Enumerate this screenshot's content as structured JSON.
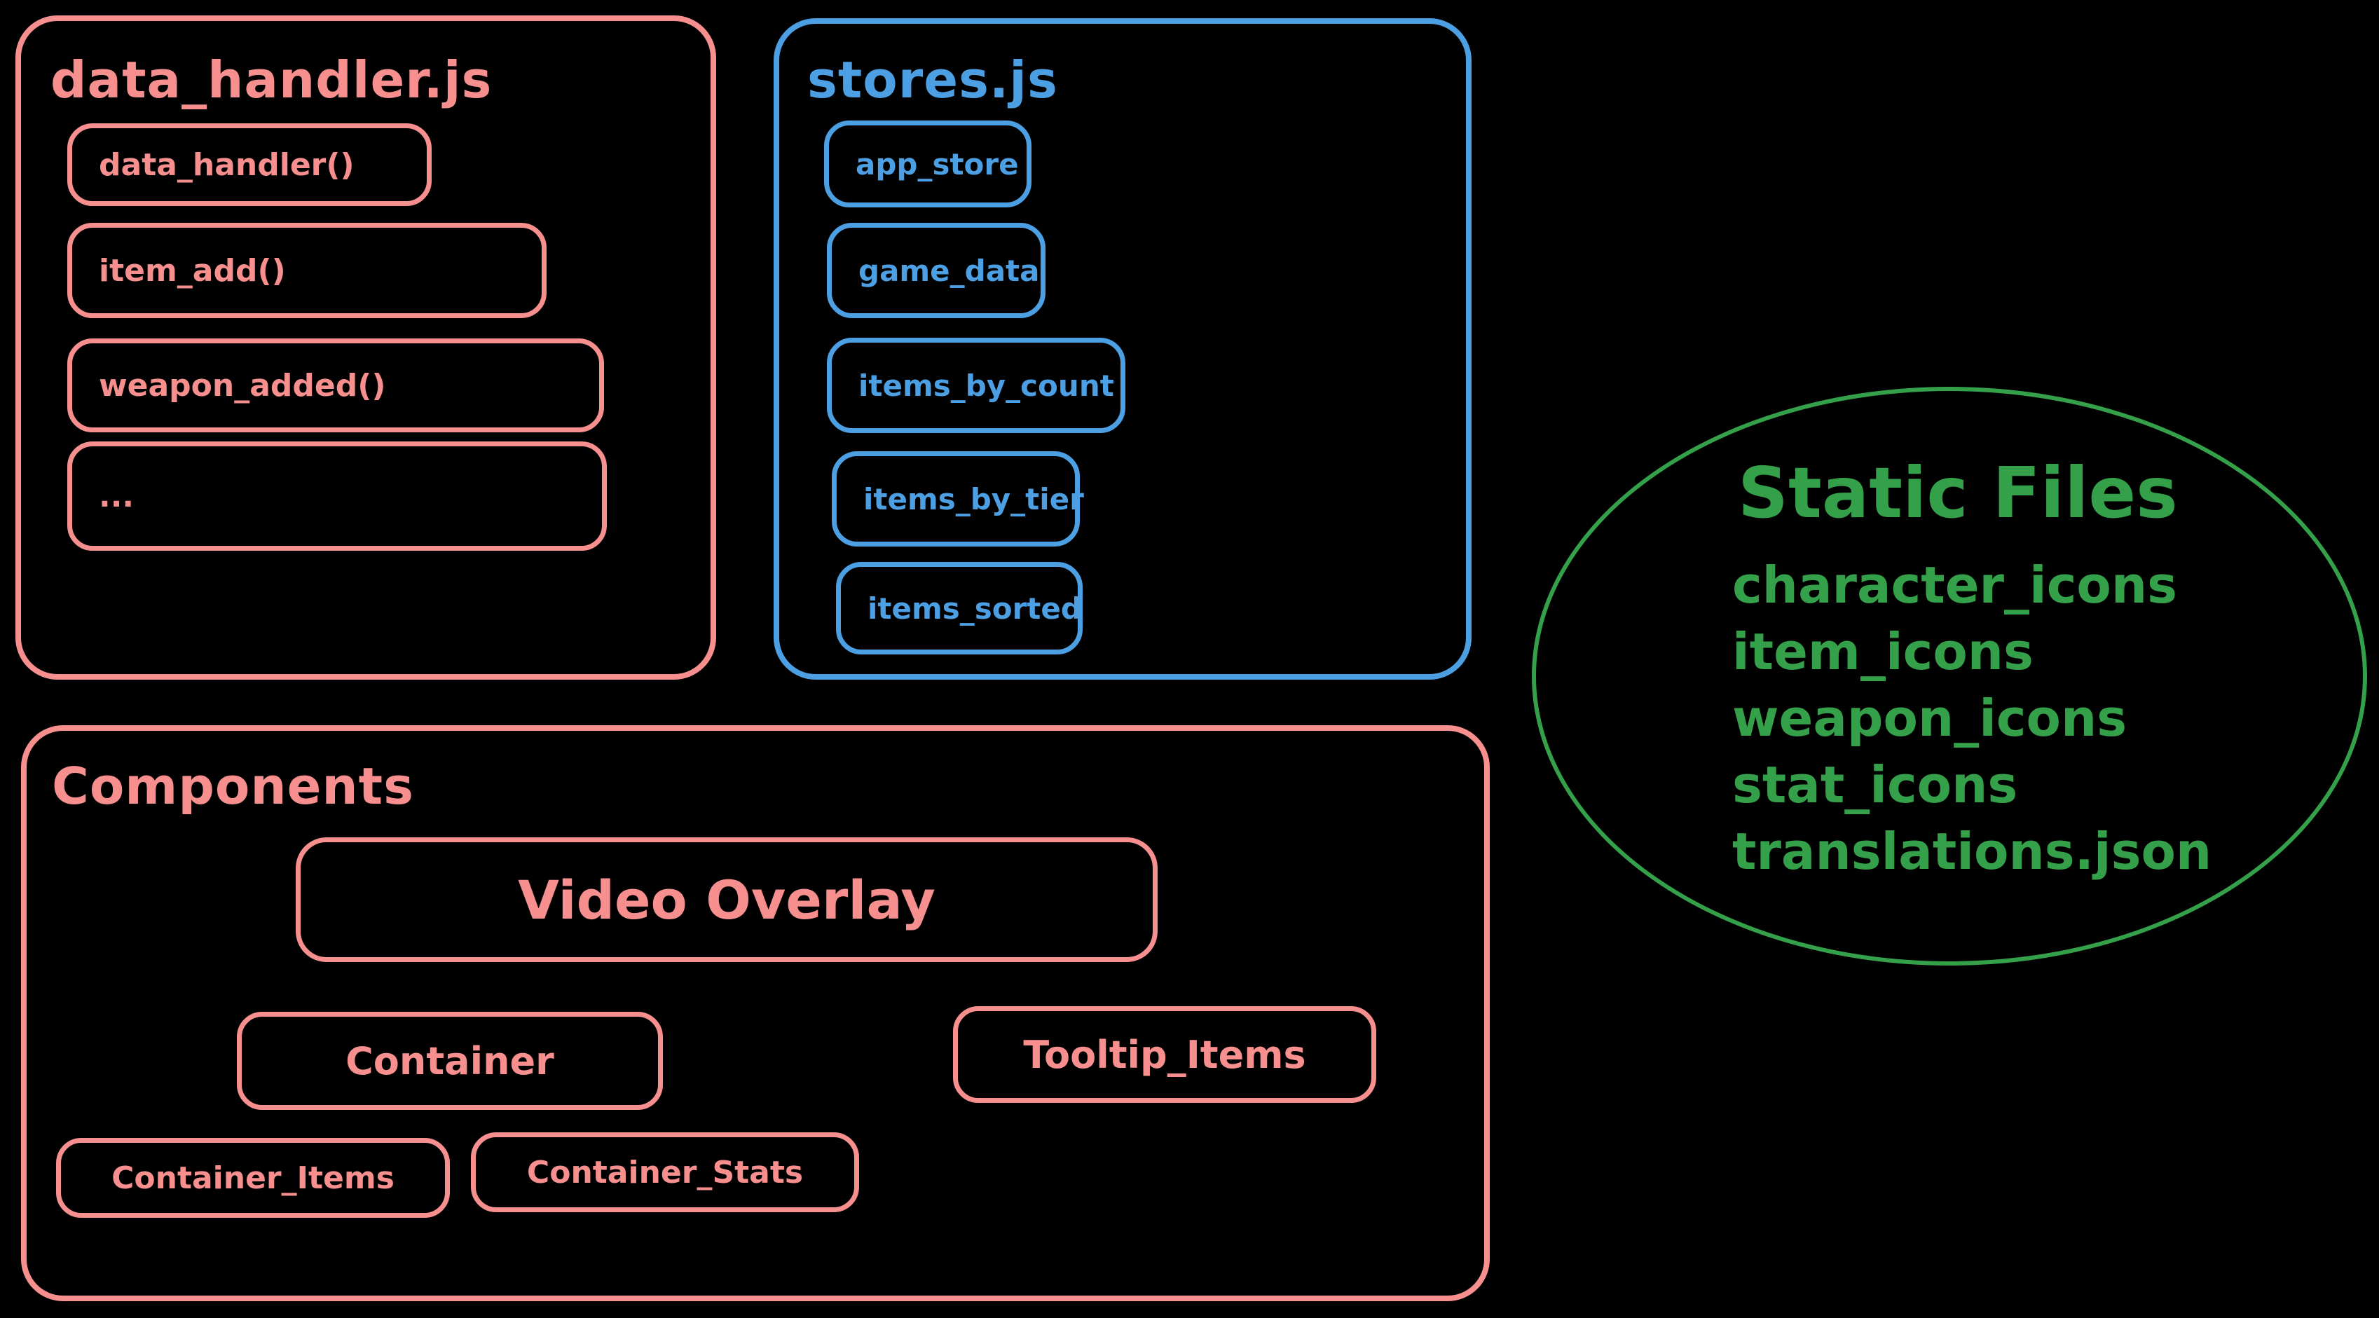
{
  "colors": {
    "background": "#000000",
    "red": "#f78f8f",
    "blue": "#4d9fe3",
    "green": "#35a04a"
  },
  "groups": {
    "data_handler": {
      "title": "data_handler.js",
      "items": [
        "data_handler()",
        "item_add()",
        "weapon_added()",
        "..."
      ]
    },
    "stores": {
      "title": "stores.js",
      "items": [
        "app_store",
        "game_data",
        "items_by_count",
        "items_by_tier",
        "items_sorted"
      ]
    },
    "components": {
      "title": "Components",
      "video_overlay": "Video Overlay",
      "container": "Container",
      "tooltip_items": "Tooltip_Items",
      "container_items": "Container_Items",
      "container_stats": "Container_Stats"
    },
    "static_files": {
      "title": "Static Files",
      "items": [
        "character_icons",
        "item_icons",
        "weapon_icons",
        "stat_icons",
        "translations.json"
      ]
    }
  }
}
